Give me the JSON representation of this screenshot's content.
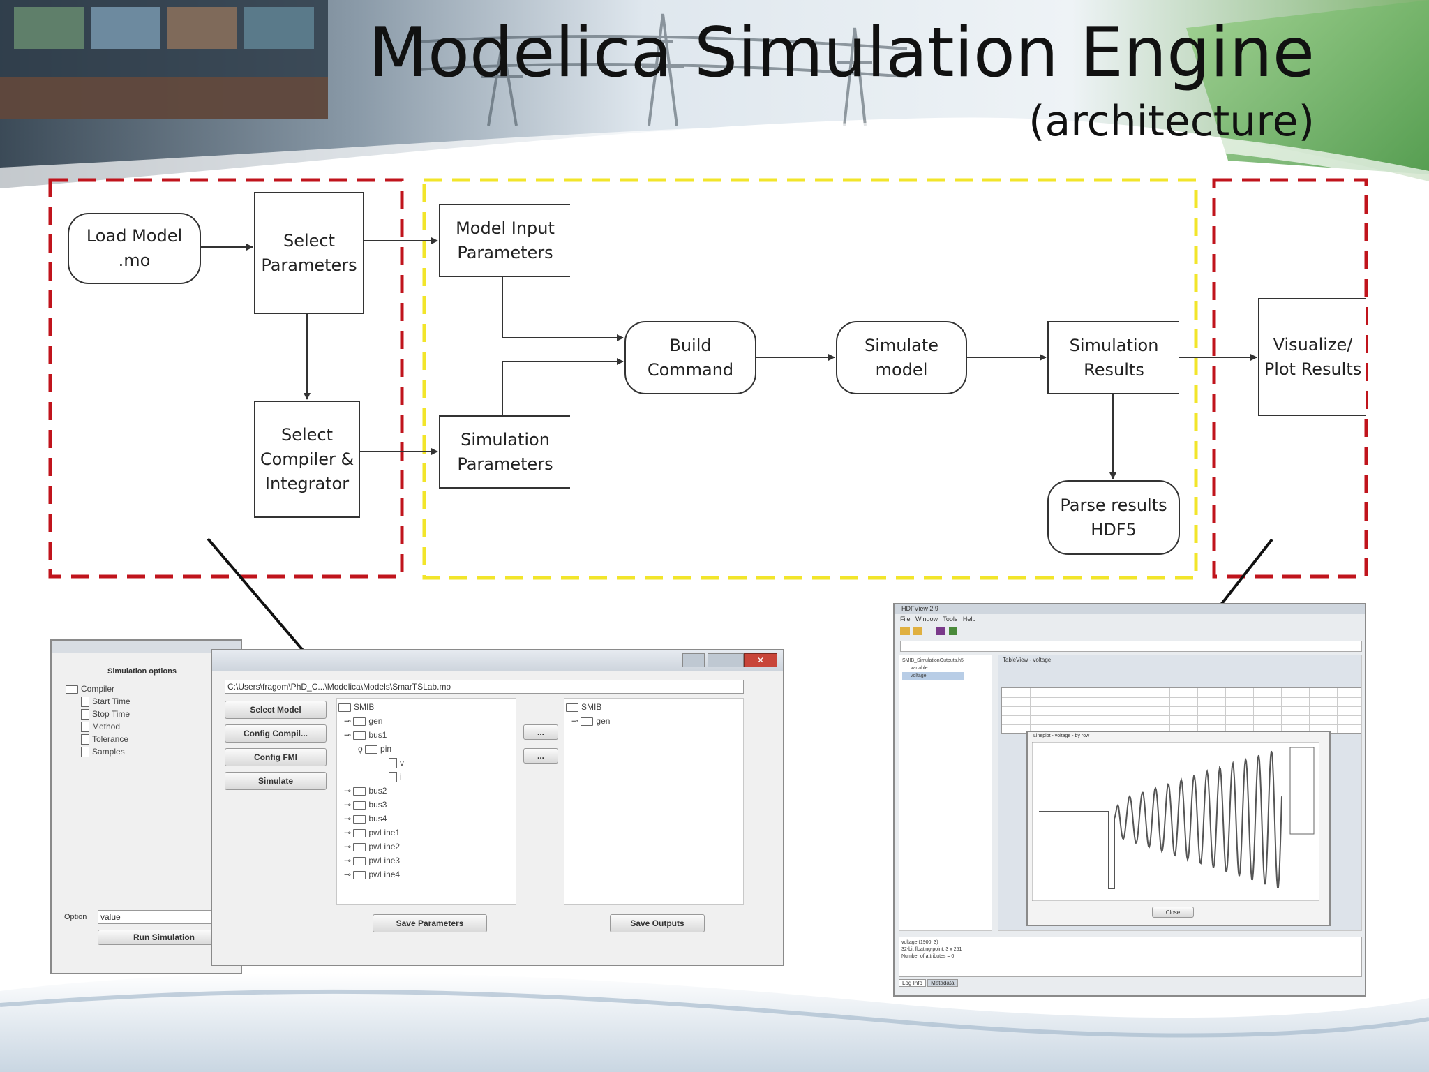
{
  "slide": {
    "title": "Modelica Simulation Engine",
    "subtitle": "(architecture)"
  },
  "diagram": {
    "nodes": {
      "load_model": "Load Model\n.mo",
      "select_parameters": "Select\nParameters",
      "select_compiler": "Select\nCompiler &\nIntegrator",
      "model_input_parameters": "Model Input\nParameters",
      "simulation_parameters": "Simulation\nParameters",
      "build_command": "Build\nCommand",
      "simulate_model": "Simulate\nmodel",
      "simulation_results": "Simulation\nResults",
      "parse_results": "Parse results\nHDF5",
      "visualize": "Visualize/\nPlot Results"
    },
    "region_colors": {
      "left": "#c0141c",
      "middle": "#f2e52a",
      "right": "#c0141c"
    }
  },
  "options_window": {
    "title": "Simulation options",
    "tree_root": "Compiler",
    "tree_items": [
      "Start Time",
      "Stop Time",
      "Method",
      "Tolerance",
      "Samples"
    ],
    "option_label": "Option",
    "option_value": "value",
    "run_button": "Run Simulation"
  },
  "main_window": {
    "path": "C:\\Users\\fragom\\PhD_C...\\Modelica\\Models\\SmarTSLab.mo",
    "buttons": [
      "Select Model",
      "Config Compil...",
      "Config FMI",
      "Simulate"
    ],
    "left_tree": {
      "root": "SMIB",
      "items": [
        "gen",
        "bus1",
        "pin",
        "v",
        "i",
        "bus2",
        "bus3",
        "bus4",
        "pwLine1",
        "pwLine2",
        "pwLine3",
        "pwLine4"
      ]
    },
    "mid_buttons": [
      "...",
      "..."
    ],
    "right_tree": {
      "root": "SMIB",
      "items": [
        "gen"
      ]
    },
    "save_parameters": "Save Parameters",
    "save_outputs": "Save Outputs"
  },
  "hdfview": {
    "title": "HDFView 2.9",
    "menu": [
      "File",
      "Window",
      "Tools",
      "Help"
    ],
    "tree_root": "SMIB_SimulationOutputs.h5",
    "tree_items": [
      "variable",
      "voltage"
    ],
    "table_title": "TableView - voltage",
    "plot_title": "Lineplot - voltage - by row",
    "status": [
      "voltage (1900, 3)",
      "32-bit floating-point, 3 x 251",
      "Number of attributes = 0"
    ],
    "tabs": [
      "Log Info",
      "Metadata"
    ],
    "close_button": "Close",
    "chart_color": "#555555"
  }
}
